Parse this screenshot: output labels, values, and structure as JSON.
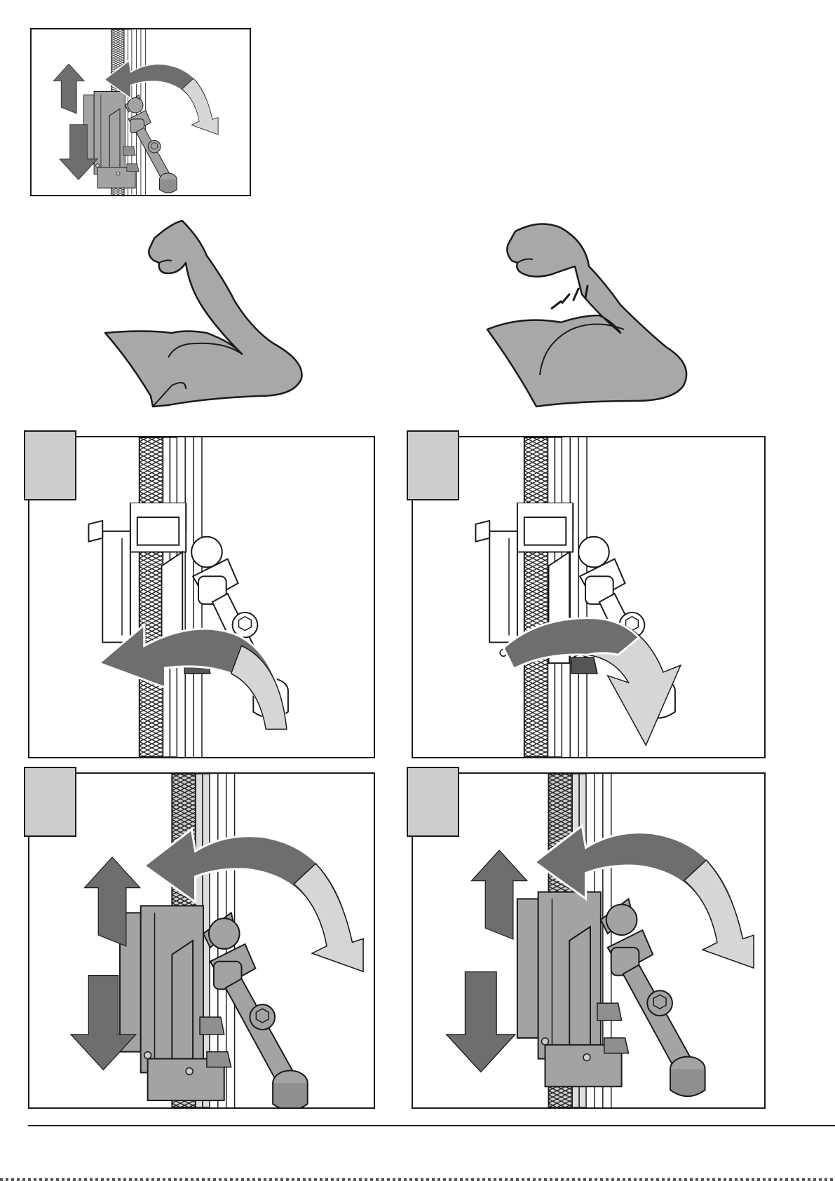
{
  "figures": [
    {
      "id": "overview",
      "shading": "mixed"
    },
    {
      "id": "arm-relaxed"
    },
    {
      "id": "arm-flexed"
    },
    {
      "id": "step-1",
      "shading": "light",
      "rotation": "counter-clockwise"
    },
    {
      "id": "step-2",
      "shading": "light",
      "rotation": "clockwise"
    },
    {
      "id": "step-3",
      "shading": "dark",
      "rotation": "counter-clockwise"
    },
    {
      "id": "step-4",
      "shading": "dark",
      "rotation": "counter-clockwise"
    }
  ],
  "colors": {
    "outline": "#1a1a1a",
    "arm_fill": "#a8a8a8",
    "tab_fill": "#cdcdcd",
    "arrow_dark": "#6e6e6e",
    "arrow_light": "#d6d6d6",
    "carriage_light": "#ffffff",
    "carriage_dark": "#a3a3a3"
  }
}
